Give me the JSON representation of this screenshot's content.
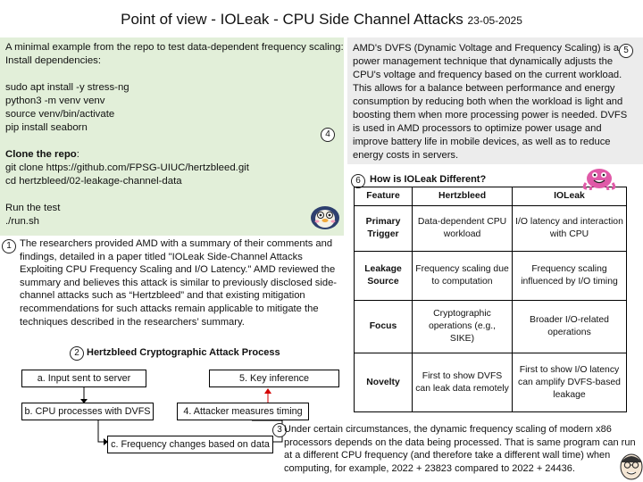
{
  "header": {
    "title": "Point of view - IOLeak - CPU Side Channel Attacks",
    "date": "23-05-2025"
  },
  "section4": {
    "number": "4",
    "intro": "A minimal example from the repo to test data-dependent frequency scaling:",
    "install_heading": "Install dependencies:",
    "install_lines": [
      "sudo apt install -y stress-ng",
      "python3 -m venv venv",
      "source venv/bin/activate",
      "pip install seaborn"
    ],
    "clone_heading": "Clone the repo",
    "clone_suffix": ":",
    "clone_lines": [
      "git clone https://github.com/FPSG-UIUC/hertzbleed.git",
      "cd hertzbleed/02-leakage-channel-data"
    ],
    "run_heading": "Run the test",
    "run_line": "./run.sh"
  },
  "section5": {
    "number": "5",
    "text": "AMD's DVFS (Dynamic Voltage and Frequency Scaling) is a power management technique that dynamically adjusts the CPU's voltage and frequency based on the current workload. This allows for a balance between performance and energy consumption by reducing both when the workload is light and boosting them when more processing power is needed. DVFS is used in AMD processors to optimize power usage and improve battery life in mobile devices, as well as to reduce energy costs in servers."
  },
  "section1": {
    "number": "1",
    "text": "The researchers provided AMD with a summary of their comments and findings, detailed in a paper titled \"IOLeak Side-Channel Attacks Exploiting CPU Frequency Scaling and I/O Latency.\" AMD reviewed the summary and believes this attack is similar to previously disclosed side-channel attacks such as “Hertzbleed” and that existing mitigation recommendations for such attacks remain applicable to mitigate the techniques described in the researchers’ summary."
  },
  "section6": {
    "number": "6",
    "title": "How is IOLeak Different?",
    "headers": [
      "Feature",
      "Hertzbleed",
      "IOLeak"
    ],
    "rows": [
      [
        "Primary Trigger",
        "Data-dependent CPU workload",
        "I/O latency and interaction with CPU"
      ],
      [
        "Leakage Source",
        "Frequency scaling due to computation",
        "Frequency scaling influenced by I/O timing"
      ],
      [
        "Focus",
        "Cryptographic operations (e.g., SIKE)",
        "Broader I/O-related operations"
      ],
      [
        "Novelty",
        "First to show DVFS can leak data remotely",
        "First to show I/O latency can amplify DVFS-based leakage"
      ]
    ]
  },
  "section2": {
    "number": "2",
    "title": "Hertzbleed Cryptographic Attack Process",
    "steps": {
      "a": "a. Input sent to server",
      "b": "b. CPU processes with DVFS",
      "c": "c. Frequency changes based on data",
      "s4": "4. Attacker measures timing",
      "s5": "5. Key inference"
    }
  },
  "section3": {
    "number": "3",
    "text": "Under certain circumstances, the dynamic frequency scaling of modern x86 processors depends on the data being processed. That is same program can run at a different CPU frequency (and therefore take a different wall time) when computing, for example, 2022 + 23823 compared to 2022 + 24436."
  },
  "colors": {
    "box4_bg": "#e2efd9",
    "box5_bg": "#ececec",
    "arrow_red": "#d40000",
    "mascot_pink": "#e05aa8"
  }
}
